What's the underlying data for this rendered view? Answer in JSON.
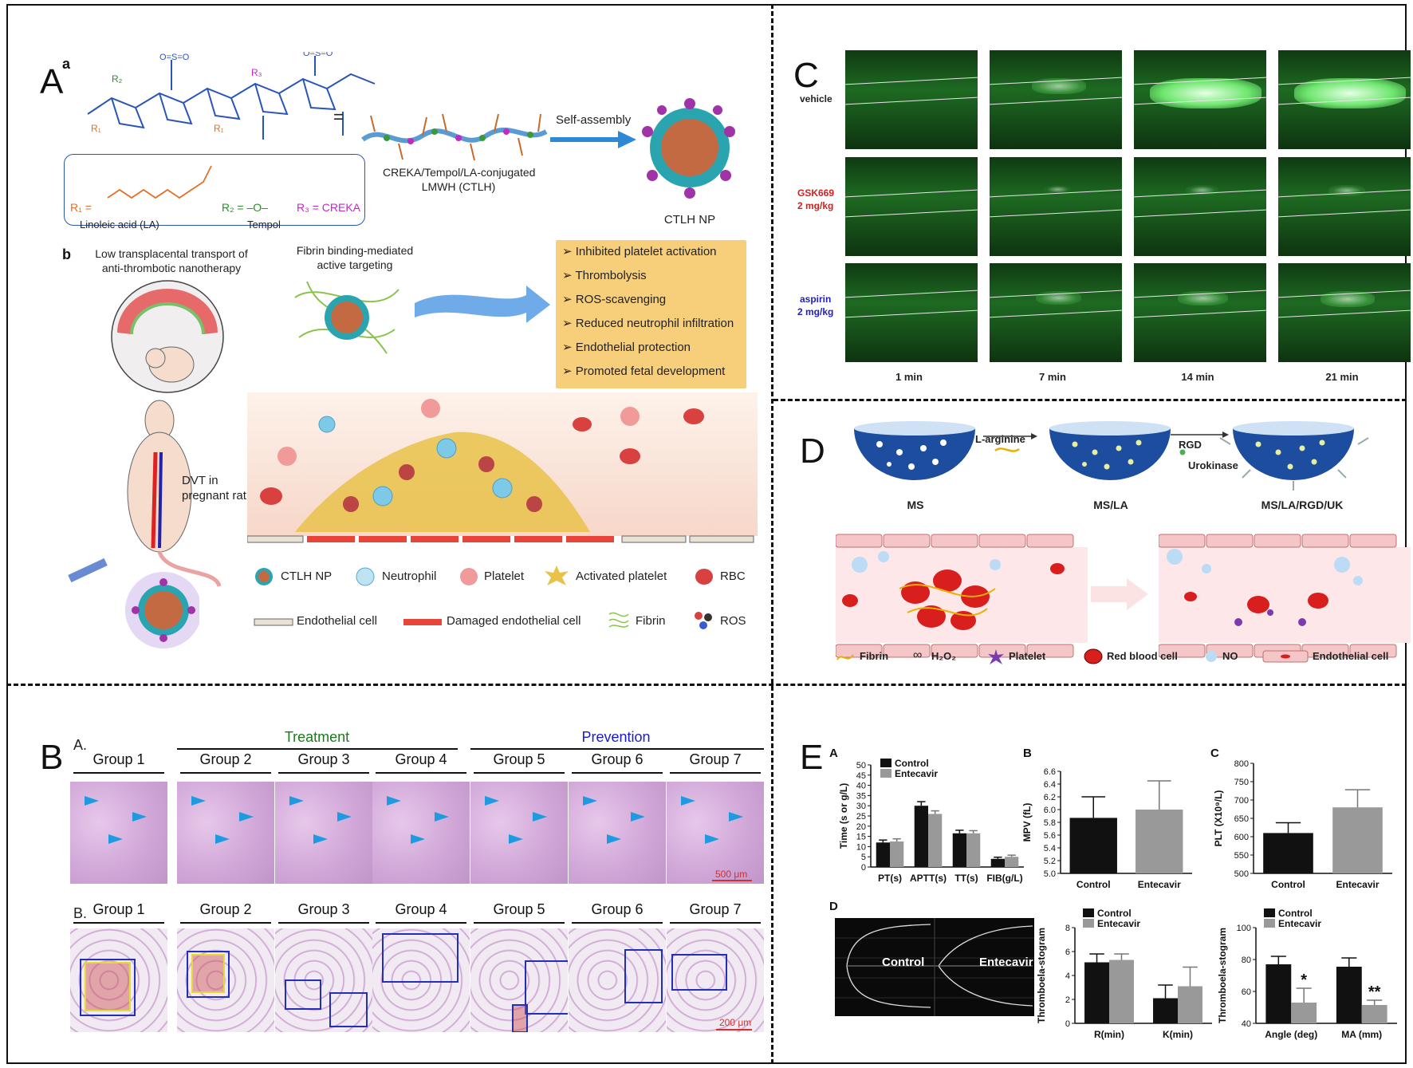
{
  "panelA": {
    "letter": "A",
    "sub_a": "a",
    "sub_b": "b",
    "eq": "=",
    "self_assembly": "Self-assembly",
    "conjugate_label": "CREKA/Tempol/LA-conjugated",
    "conjugate_label2": "LMWH (CTLH)",
    "nanoparticle": "CTLH NP",
    "r1": "R₁ =",
    "r1_name": "Linoleic acid (LA)",
    "r2": "R₂ = –O–",
    "r2_name": "Tempol",
    "r3": "R₃ = CREKA",
    "low_transport_1": "Low transplacental transport of",
    "low_transport_2": "anti-thrombotic nanotherapy",
    "fibrin_1": "Fibrin binding-mediated",
    "fibrin_2": "active targeting",
    "effects": [
      "➢ Inhibited platelet activation",
      "➢ Thrombolysis",
      "➢ ROS-scavenging",
      "➢ Reduced neutrophil infiltration",
      "➢ Endothelial protection",
      "➢ Promoted fetal development"
    ],
    "dvt_1": "DVT in",
    "dvt_2": "pregnant rat",
    "legend": {
      "ctlh": "CTLH NP",
      "neutrophil": "Neutrophil",
      "platelet": "Platelet",
      "activated": "Activated platelet",
      "rbc": "RBC",
      "endothelial": "Endothelial cell",
      "damaged": "Damaged endothelial cell",
      "fibrin": "Fibrin",
      "ros": "ROS"
    },
    "colors": {
      "r1": "#e0702a",
      "r2": "#2f8a2f",
      "r3": "#c02ac0",
      "effects_bg": "#f7cf7a"
    }
  },
  "panelC": {
    "letter": "C",
    "rows": [
      {
        "label": "vehicle",
        "color": "#111111"
      },
      {
        "label": "GSK669",
        "label2": "2 mg/kg",
        "color": "#d42020"
      },
      {
        "label": "aspirin",
        "label2": "2 mg/kg",
        "color": "#2020c0"
      }
    ],
    "times": [
      "1 min",
      "7 min",
      "14 min",
      "21 min"
    ]
  },
  "panelD": {
    "letter": "D",
    "steps": [
      "MS",
      "MS/LA",
      "MS/LA/RGD/UK"
    ],
    "arrow1": "L-arginine",
    "arrow2a": "RGD",
    "arrow2b": "Urokinase",
    "legend": [
      "Fibrin",
      "H₂O₂",
      "Platelet",
      "Red blood cell",
      "NO",
      "Endothelial cell"
    ]
  },
  "panelB": {
    "letter": "B",
    "rowA": "A.",
    "rowB": "B.",
    "treatment": "Treatment",
    "prevention": "Prevention",
    "groups": [
      "Group 1",
      "Group 2",
      "Group 3",
      "Group 4",
      "Group 5",
      "Group 6",
      "Group 7"
    ],
    "scale1": "500 μm",
    "scale2": "200 μm",
    "colors": {
      "treatment": "#1a7a1a",
      "prevention": "#1a1acc"
    }
  },
  "panelE": {
    "letter": "E",
    "subA": "A",
    "subB": "B",
    "subC": "C",
    "subD": "D",
    "tegControl": "Control",
    "tegEntecavir": "Entecavir"
  },
  "chart_data": [
    {
      "type": "bar",
      "id": "E-A",
      "categories": [
        "PT(s)",
        "APTT(s)",
        "TT(s)",
        "FIB(g/L)"
      ],
      "series": [
        {
          "name": "Control",
          "values": [
            12,
            30,
            16.5,
            4
          ],
          "errors": [
            1.2,
            2,
            1.5,
            0.8
          ],
          "color": "#111111"
        },
        {
          "name": "Entecavir",
          "values": [
            12.5,
            26,
            16.5,
            5
          ],
          "errors": [
            1.3,
            1.5,
            1.3,
            0.8
          ],
          "color": "#999999"
        }
      ],
      "ylabel": "Time (s or g/L)",
      "ylim": [
        0,
        50
      ],
      "yticks": [
        0,
        5,
        10,
        15,
        20,
        25,
        30,
        35,
        40,
        45,
        50
      ]
    },
    {
      "type": "bar",
      "id": "E-B",
      "categories": [
        "Control",
        "Entecavir"
      ],
      "values": [
        5.87,
        6.0
      ],
      "errors": [
        0.33,
        0.45
      ],
      "colors": [
        "#111111",
        "#999999"
      ],
      "ylabel": "MPV (fL)",
      "ylim": [
        5.0,
        6.6
      ],
      "yticks": [
        "5.0",
        "5.2",
        "5.4",
        "5.6",
        "5.8",
        "6.0",
        "6.2",
        "6.4",
        "6.6"
      ]
    },
    {
      "type": "bar",
      "id": "E-C",
      "categories": [
        "Control",
        "Entecavir"
      ],
      "values": [
        610,
        680
      ],
      "errors": [
        28,
        48
      ],
      "colors": [
        "#111111",
        "#999999"
      ],
      "ylabel": "PLT (X10⁹/L)",
      "ylim": [
        500,
        800
      ],
      "yticks": [
        500,
        550,
        600,
        650,
        700,
        750,
        800
      ]
    },
    {
      "type": "bar",
      "id": "E-D1",
      "categories": [
        "R(min)",
        "K(min)"
      ],
      "series": [
        {
          "name": "Control",
          "values": [
            5.1,
            2.1
          ],
          "errors": [
            0.7,
            1.1
          ],
          "color": "#111111"
        },
        {
          "name": "Entecavir",
          "values": [
            5.3,
            3.1
          ],
          "errors": [
            0.5,
            1.6
          ],
          "color": "#999999"
        }
      ],
      "ylabel": "Thromboela-stogram",
      "ylim": [
        0,
        8
      ],
      "yticks": [
        0,
        2,
        4,
        6,
        8
      ]
    },
    {
      "type": "bar",
      "id": "E-D2",
      "categories": [
        "Angle (deg)",
        "MA (mm)"
      ],
      "series": [
        {
          "name": "Control",
          "values": [
            77,
            75.5
          ],
          "errors": [
            5,
            5.5
          ],
          "color": "#111111"
        },
        {
          "name": "Entecavir",
          "values": [
            53,
            51.5
          ],
          "errors": [
            9,
            3
          ],
          "color": "#999999"
        }
      ],
      "annotations": [
        "*",
        "**"
      ],
      "ylabel": "Thromboela-stogram",
      "ylim": [
        40,
        100
      ],
      "yticks": [
        40,
        60,
        80,
        100
      ]
    }
  ]
}
